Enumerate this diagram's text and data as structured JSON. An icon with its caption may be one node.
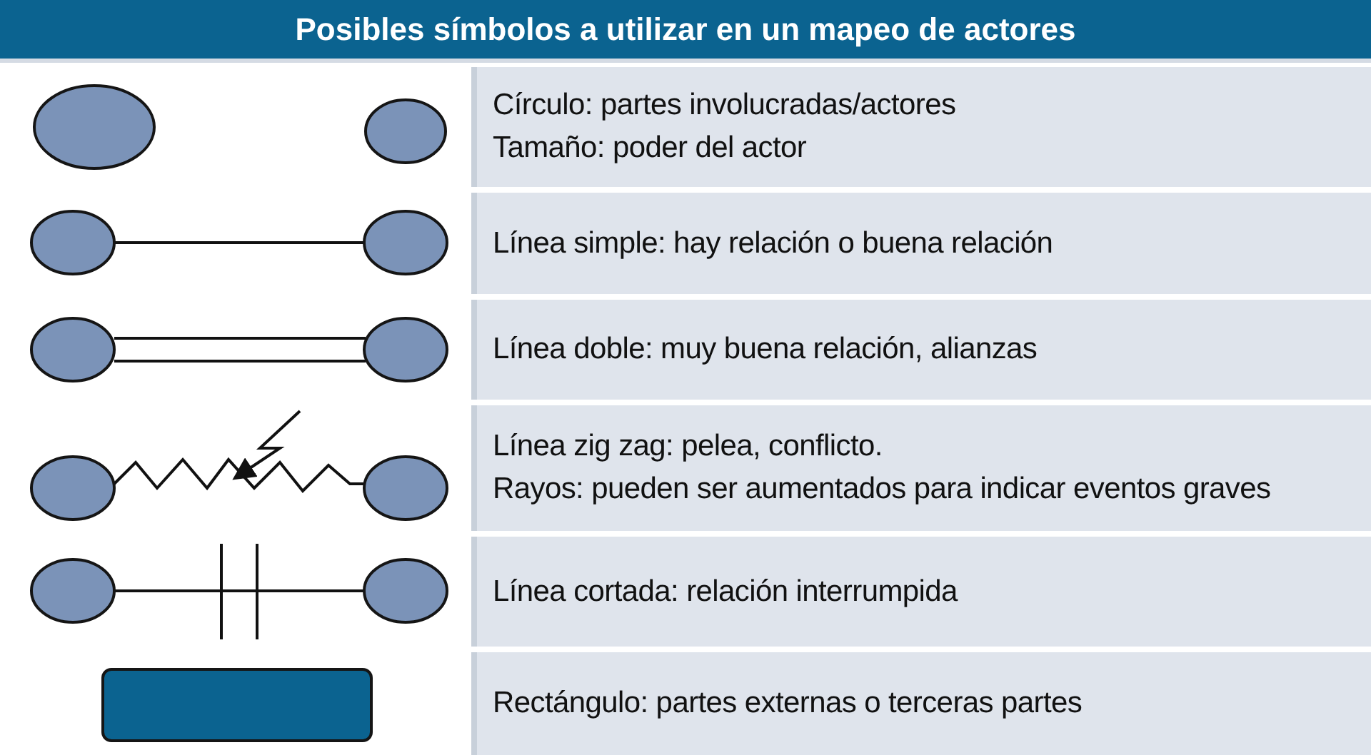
{
  "diagram": {
    "title": "Posibles símbolos a utilizar en un mapeo de actores",
    "labels": [
      "Círculo: partes involucradas/actores",
      "Tamaño: poder del actor",
      "Línea simple: hay relación o buena relación",
      "Línea doble: muy buena relación, alianzas",
      "Línea zig zag: pelea, conflicto.",
      "Rayos: pueden ser aumentados para indicar eventos graves",
      "Línea  cortada: relación interrumpida",
      "Rectángulo: partes externas o terceras partes"
    ]
  }
}
